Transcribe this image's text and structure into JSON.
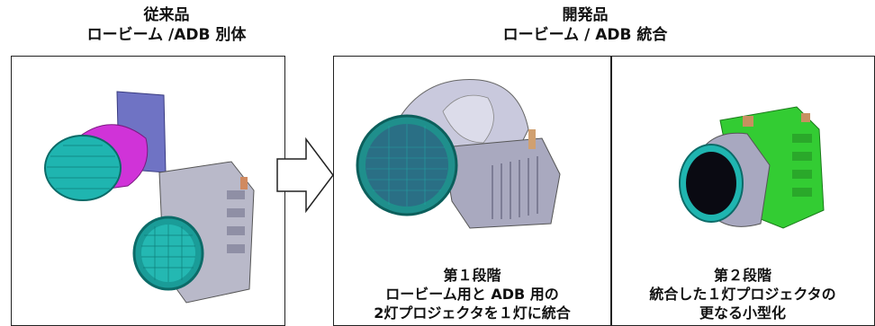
{
  "left": {
    "title_line1": "従来品",
    "title_line2": "ロービーム /ADB 別体"
  },
  "right": {
    "title_line1": "開発品",
    "title_line2": "ロービーム / ADB 統合",
    "stage1": {
      "line1": "第１段階",
      "line2": "ロービーム用と ADB 用の",
      "line3": "2灯プロジェクタを１灯に統合"
    },
    "stage2": {
      "line1": "第２段階",
      "line2": "統合した１灯プロジェクタの",
      "line3": "更なる小型化"
    }
  },
  "colors": {
    "lens_teal": "#1fb5b0",
    "magenta": "#d033d8",
    "housing_purple": "#7c7fc8",
    "green": "#33cc33",
    "gray": "#b9b9c9"
  }
}
